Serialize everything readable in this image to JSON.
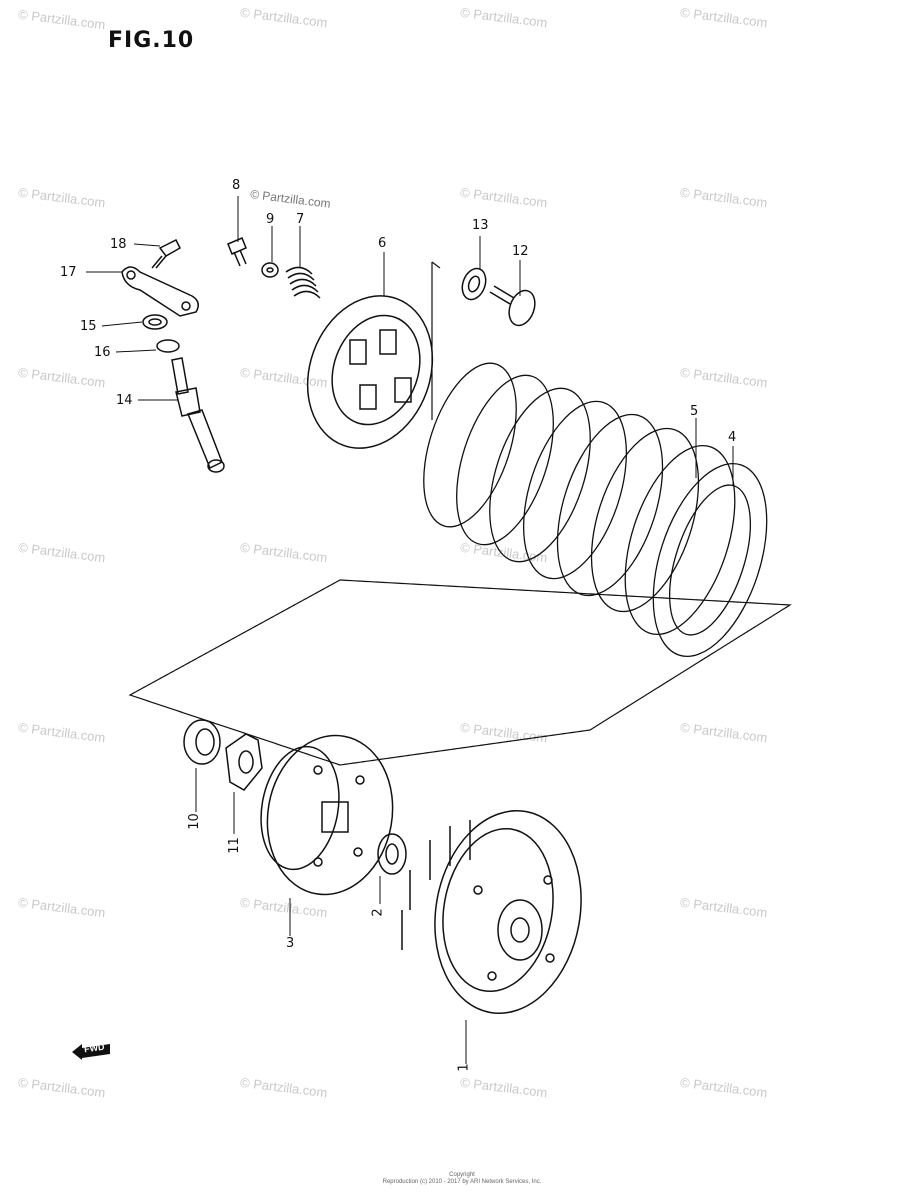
{
  "figure": {
    "title": "FIG.10"
  },
  "watermark": {
    "text": "© Partzilla.com",
    "inline_text": "© Partzilla.com"
  },
  "callouts": [
    "1",
    "2",
    "3",
    "4",
    "5",
    "6",
    "7",
    "8",
    "9",
    "10",
    "11",
    "12",
    "13",
    "14",
    "15",
    "16",
    "17",
    "18"
  ],
  "forward_marker": {
    "label": "FWD",
    "icon": "forward-arrow-icon"
  },
  "footer": {
    "line1": "Copyright",
    "line2": "Reproduction (c) 2010 - 2017 by ARI Network Services, Inc."
  }
}
